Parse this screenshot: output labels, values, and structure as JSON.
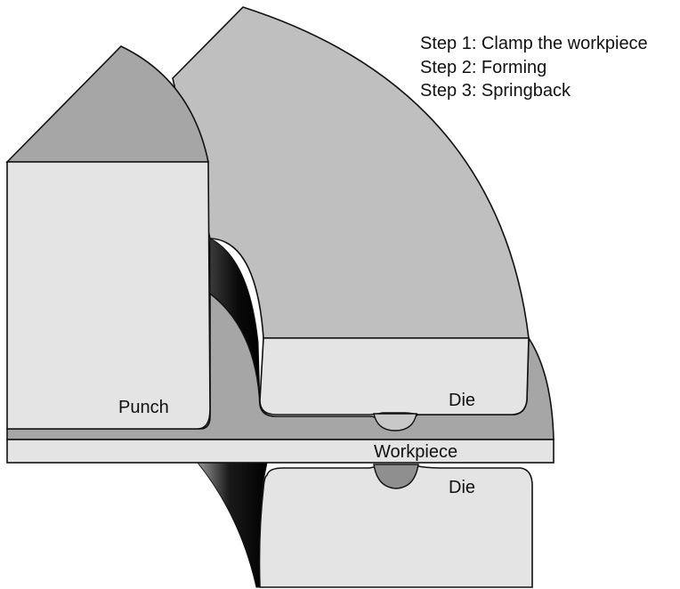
{
  "steps": [
    "Step 1: Clamp the workpiece",
    "Step 2: Forming",
    "Step 3: Springback"
  ],
  "labels": {
    "punch": "Punch",
    "die_upper": "Die",
    "workpiece": "Workpiece",
    "die_lower": "Die"
  },
  "colors": {
    "dark_gray": "#a6a6a6",
    "mid_gray": "#bfbfbf",
    "light_gray": "#e4e4e4",
    "outline": "#111111",
    "shadow": "#000000"
  }
}
